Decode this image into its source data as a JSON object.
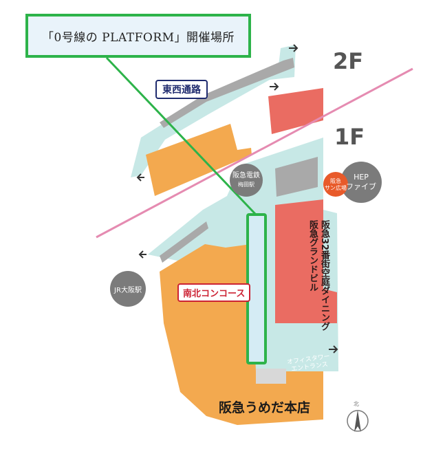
{
  "callout": {
    "title": "「0号線の PLATFORM」開催場所"
  },
  "floors": {
    "upper": "2F",
    "lower": "1F"
  },
  "labels": {
    "east_west_passage": "東西通路",
    "hankyu_umeda_station_line1": "阪急電鉄",
    "hankyu_umeda_station_line2": "梅田駅",
    "hep_five_line1": "HEP",
    "hep_five_line2": "ファイブ",
    "hankyu_sun_plaza_line1": "阪急",
    "hankyu_sun_plaza_line2": "サン広場",
    "grand_building_col1": "阪急グランドビル",
    "grand_building_col2": "阪急32番街空庭ダイニング",
    "jr_osaka_station": "JR大阪駅",
    "north_south_concourse": "南北コンコース",
    "office_tower_line1": "オフィスタワー",
    "office_tower_line2": "エントランス",
    "hankyu_umeda_main_store": "阪急うめだ本店",
    "north_mark": "北"
  },
  "colors": {
    "highlight": "#2db34a",
    "corridor": "#c7e8e6",
    "store_orange": "#f3a94f",
    "building_red": "#ea6c62",
    "gray_block": "#a9a9a9",
    "floor_divider": "#e58bb1",
    "label_navy": "#1e2a6e",
    "label_red": "#cc2233"
  }
}
